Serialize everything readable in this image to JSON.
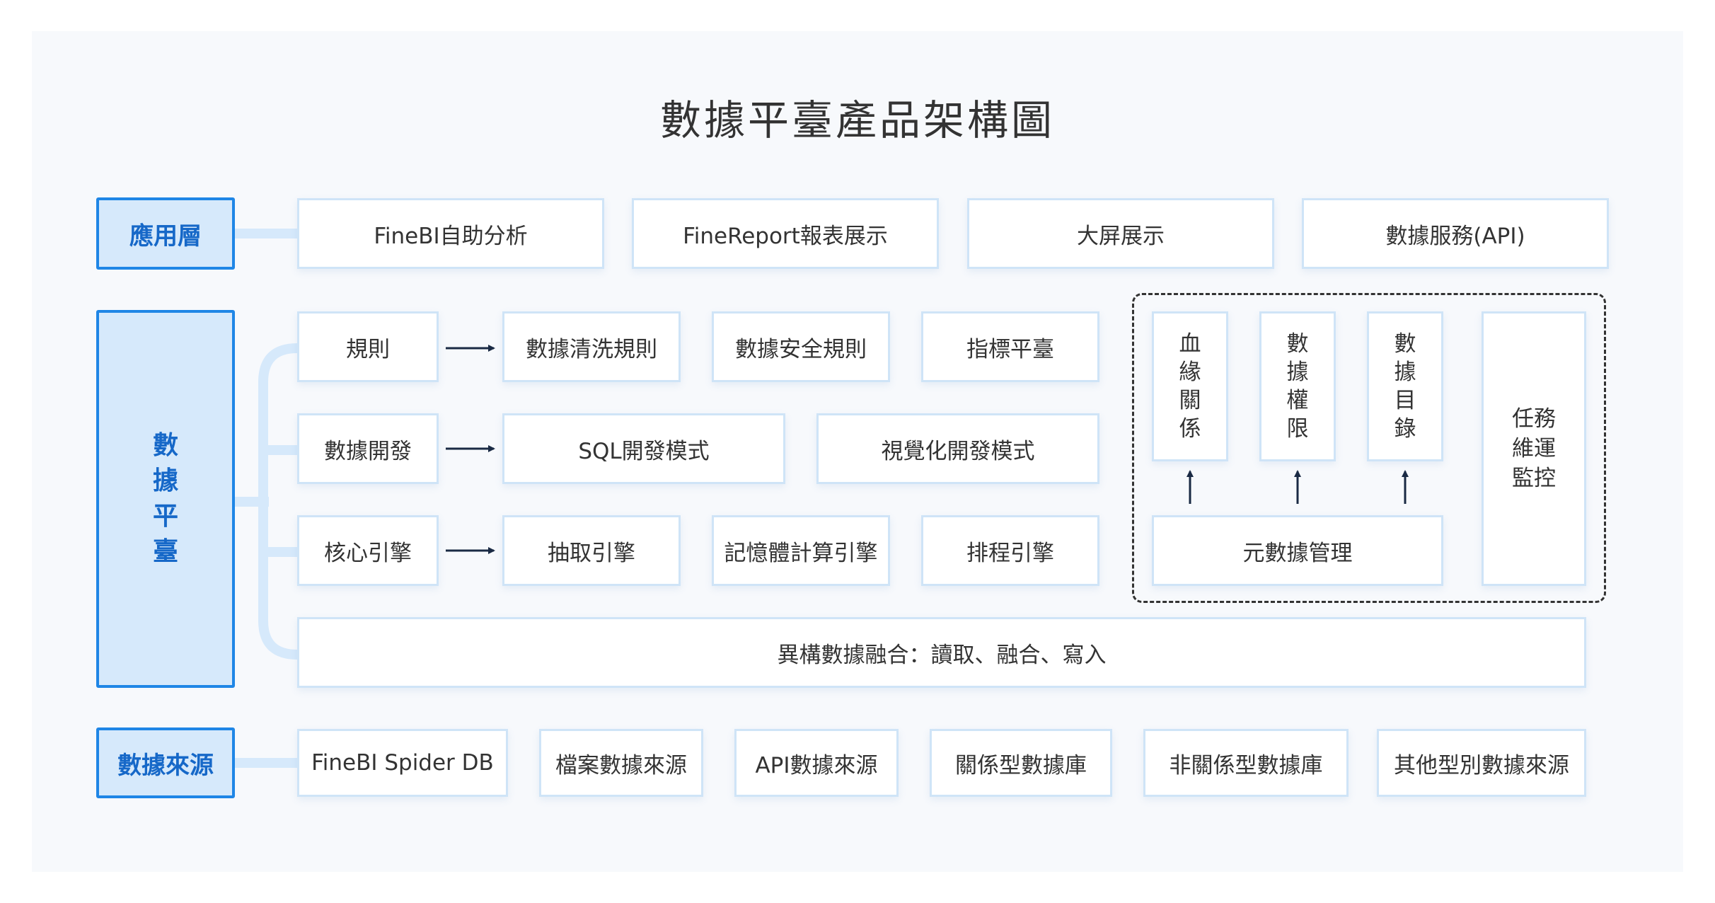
{
  "title": "數據平臺產品架構圖",
  "layers": {
    "application": {
      "label": "應用層",
      "items": [
        "FineBI自助分析",
        "FineReport報表展示",
        "大屏展示",
        "數據服務(API)"
      ]
    },
    "platform": {
      "label": [
        "數",
        "據",
        "平",
        "臺"
      ],
      "rows": [
        {
          "head": "規則",
          "items": [
            "數據清洗規則",
            "數據安全規則",
            "指標平臺"
          ]
        },
        {
          "head": "數據開發",
          "items": [
            "SQL開發模式",
            "視覺化開發模式"
          ]
        },
        {
          "head": "核心引擎",
          "items": [
            "抽取引擎",
            "記憶體計算引擎",
            "排程引擎"
          ]
        }
      ],
      "fusion": "異構數據融合：讀取、融合、寫入",
      "governance": {
        "vertical_boxes": [
          [
            "血",
            "緣",
            "關",
            "係"
          ],
          [
            "數",
            "據",
            "權",
            "限"
          ],
          [
            "數",
            "據",
            "目",
            "錄"
          ]
        ],
        "metadata": "元數據管理",
        "ops": [
          "任務",
          "維運",
          "監控"
        ]
      }
    },
    "sources": {
      "label": "數據來源",
      "items": [
        "FineBI Spider DB",
        "檔案數據來源",
        "API數據來源",
        "關係型數據庫",
        "非關係型數據庫",
        "其他型別數據來源"
      ]
    }
  },
  "colors": {
    "label_border": "#1f86e6",
    "label_fill": "#d6e9fb",
    "label_text": "#1668c8",
    "box_border": "#cfe4f7",
    "connector": "#d6e9fb",
    "arrow": "#1a2a44"
  }
}
